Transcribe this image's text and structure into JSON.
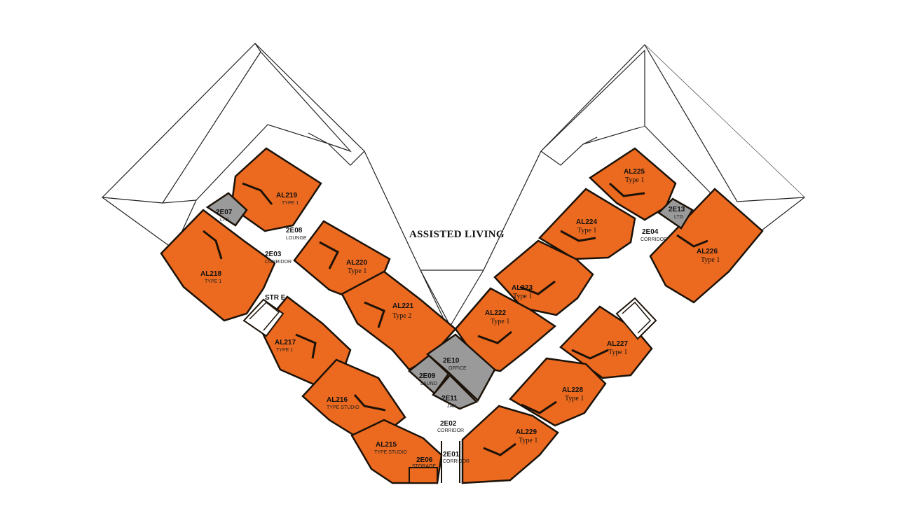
{
  "plan": {
    "title": "ASSISTED LIVING",
    "units": [
      {
        "code": "AL219",
        "type": "TYPE 1"
      },
      {
        "code": "AL218",
        "type": "TYPE 1"
      },
      {
        "code": "AL220",
        "type": "Type 1"
      },
      {
        "code": "AL221",
        "type": "Type 2"
      },
      {
        "code": "AL217",
        "type": "TYPE 1"
      },
      {
        "code": "AL216",
        "type": "TYPE STUDIO"
      },
      {
        "code": "AL215",
        "type": "TYPE STUDIO"
      },
      {
        "code": "AL225",
        "type": "Type 1"
      },
      {
        "code": "AL224",
        "type": "Type 1"
      },
      {
        "code": "AL226",
        "type": "Type 1"
      },
      {
        "code": "AL223",
        "type": "Type 1"
      },
      {
        "code": "AL222",
        "type": "Type 1"
      },
      {
        "code": "AL227",
        "type": "Type 1"
      },
      {
        "code": "AL228",
        "type": "Type 1"
      },
      {
        "code": "AL229",
        "type": "Type 1"
      }
    ],
    "rooms": [
      {
        "code": "2E07",
        "name": "LTG"
      },
      {
        "code": "2E08",
        "name": "LOUNGE"
      },
      {
        "code": "2E03",
        "name": "CORRIDOR"
      },
      {
        "code": "2E13",
        "name": "LTG"
      },
      {
        "code": "2E04",
        "name": "CORRIDOR"
      },
      {
        "code": "2E10",
        "name": "OFFICE"
      },
      {
        "code": "2E09",
        "name": "LAUND"
      },
      {
        "code": "2E11",
        "name": "JAN"
      },
      {
        "code": "2E02",
        "name": "CORRIDOR"
      },
      {
        "code": "2E01",
        "name": "CORRIDOR"
      },
      {
        "code": "2E06",
        "name": "STORAGE"
      }
    ],
    "stair_label": "STR E",
    "colors": {
      "unit": "#ec6a1f",
      "service": "#9a9a9a",
      "outline": "#1c1208"
    }
  }
}
